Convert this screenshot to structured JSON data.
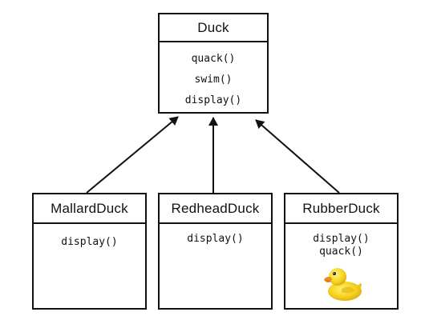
{
  "diagram": {
    "parent": {
      "name": "Duck",
      "methods": [
        "quack()",
        "swim()",
        "display()"
      ]
    },
    "children": [
      {
        "name": "MallardDuck",
        "methods": [
          "display()"
        ]
      },
      {
        "name": "RedheadDuck",
        "methods": [
          "display()"
        ]
      },
      {
        "name": "RubberDuck",
        "methods": [
          "display()",
          "quack()"
        ]
      }
    ]
  },
  "colors": {
    "stroke": "#111111",
    "background": "#ffffff",
    "duck_yellow": "#f5d21c",
    "duck_beak": "#f08a1c"
  },
  "icons": {
    "rubber_duck": "rubber-duck-icon",
    "arrowhead": "open-arrowhead"
  }
}
